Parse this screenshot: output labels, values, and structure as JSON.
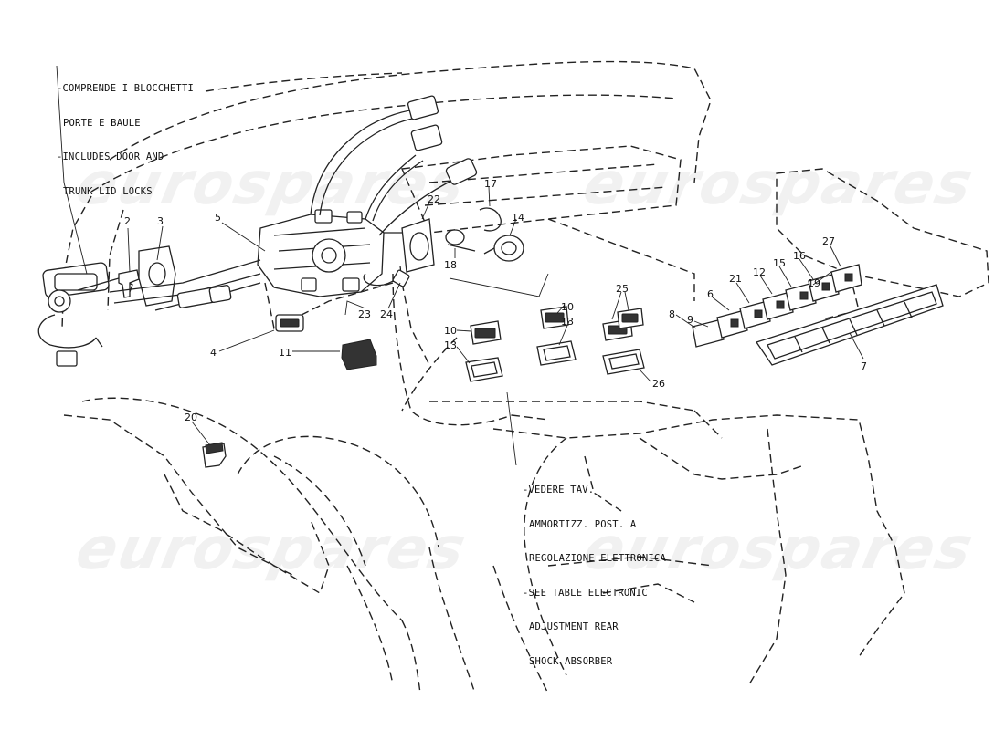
{
  "notes": {
    "lock_note": {
      "line1": "-COMPRENDE I BLOCCHETTI",
      "line2": "PORTE E BAULE",
      "line3": "-INCLUDES DOOR AND",
      "line4": "TRUNK LID LOCKS"
    },
    "shock_note": {
      "line1": "-VEDERE TAV.",
      "line2": "AMMORTIZZ. POST. A",
      "line3": "REGOLAZIONE ELETTRONICA",
      "line4": "-SEE TABLE ELECTRONIC",
      "line5": "ADJUSTMENT REAR",
      "line6": "SHOCK ABSORBER"
    }
  },
  "watermarks": [
    "eurospares",
    "eurospares",
    "eurospares",
    "eurospares"
  ],
  "callouts": {
    "c2": "2",
    "c3": "3",
    "c5": "5",
    "c4": "4",
    "c11": "11",
    "c23": "23",
    "c24": "24",
    "c22": "22",
    "c17": "17",
    "c18": "18",
    "c14": "14",
    "c10a": "10",
    "c13a": "13",
    "c10b": "10",
    "c13b": "13",
    "c25": "25",
    "c26": "26",
    "c21": "21",
    "c12": "12",
    "c15": "15",
    "c16": "16",
    "c19": "19",
    "c27": "27",
    "c6": "6",
    "c9": "9",
    "c8": "8",
    "c7": "7",
    "c20": "20"
  }
}
